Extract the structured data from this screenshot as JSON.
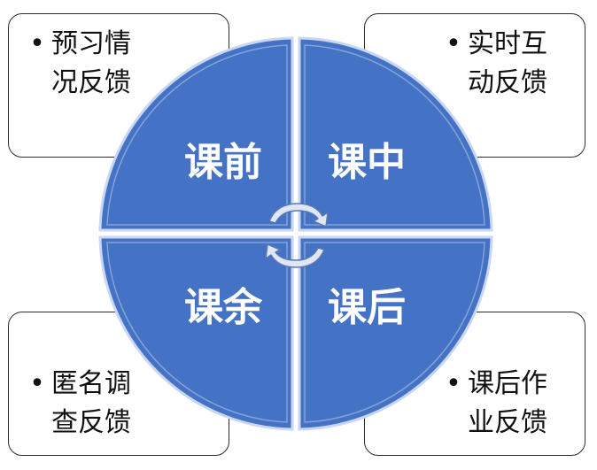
{
  "quadrants": {
    "top_left": {
      "label": "课前"
    },
    "top_right": {
      "label": "课中"
    },
    "bottom_left": {
      "label": "课余"
    },
    "bottom_right": {
      "label": "课后"
    }
  },
  "notes": {
    "top_left": {
      "bullet": "•",
      "lines": [
        "预习情",
        "况反馈"
      ]
    },
    "top_right": {
      "bullet": "•",
      "lines": [
        "实时互",
        "动反馈"
      ]
    },
    "bottom_left": {
      "bullet": "•",
      "lines": [
        "匿名调",
        "查反馈"
      ]
    },
    "bottom_right": {
      "bullet": "•",
      "lines": [
        "课后作",
        "业反馈"
      ]
    }
  },
  "colors": {
    "quadrant_fill": "#4472c4",
    "quadrant_edge": "#c9d7f2",
    "arrow_fill": "#dfe7f5",
    "box_border": "#2b2b2b"
  },
  "icons": {
    "center": "cycle-arrows-icon"
  }
}
